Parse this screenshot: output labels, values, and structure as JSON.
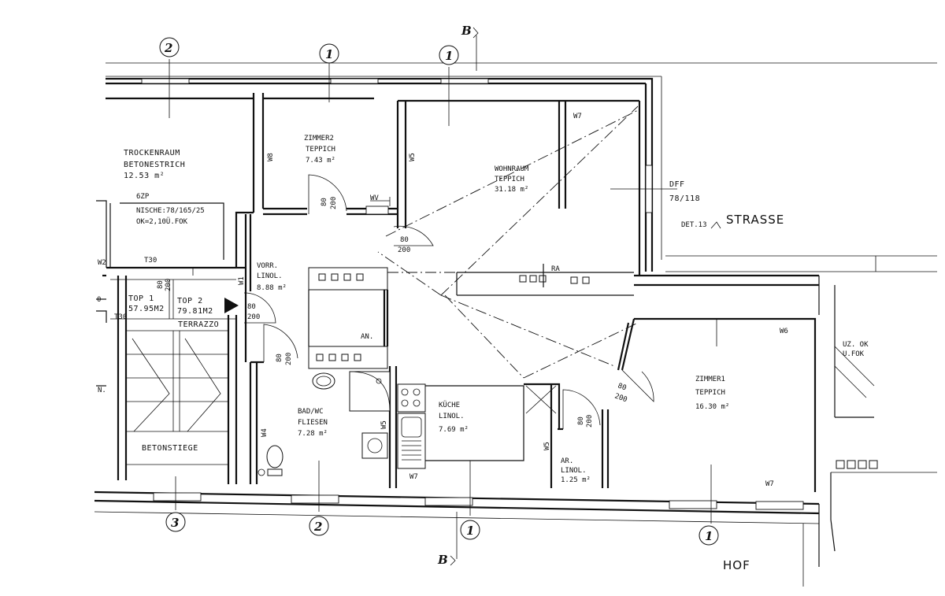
{
  "rooms": {
    "trockenraum": {
      "name": "TROCKENRAUM",
      "floor": "BETONESTRICH",
      "area": "12.53 m²"
    },
    "zimmer2": {
      "name": "ZIMMER2",
      "floor": "TEPPICH",
      "area": "7.43 m²"
    },
    "wohnraum": {
      "name": "WOHNRAUM",
      "floor": "TEPPICH",
      "area": "31.18 m²"
    },
    "vorraum": {
      "name": "VORR.",
      "floor": "LINOL.",
      "area": "8.88 m²"
    },
    "badwc": {
      "name": "BAD/WC",
      "floor": "FLIESEN",
      "area": "7.28 m²"
    },
    "kueche": {
      "name": "KÜCHE",
      "floor": "LINOL.",
      "area": "7.69 m²"
    },
    "zimmer1": {
      "name": "ZIMMER1",
      "floor": "TEPPICH",
      "area": "16.30 m²"
    },
    "abstellraum": {
      "name": "AR.",
      "floor": "LINOL.",
      "area": "1.25 m²"
    },
    "top1": {
      "name": "TOP 1",
      "area": "57.95M2"
    },
    "top2": {
      "name": "TOP 2",
      "area": "79.81M2"
    }
  },
  "labels": {
    "nische_1": "6ZP",
    "nische_2": "NISCHE:78/165/25",
    "nische_3": "OK=2,10Ü.FOK",
    "terrazzo": "TERRAZZO",
    "betonstiege": "BETONSTIEGE",
    "strasse": "STRASSE",
    "hof": "HOF",
    "det": "DET.13",
    "dff": "DFF",
    "dff_size": "78/118",
    "an": "AN.",
    "ra": "RA",
    "wv": "WV",
    "uz_1": "UZ. OK",
    "uz_2": "U.FOK",
    "n_cut": "N.",
    "o_cut": "0"
  },
  "doors": {
    "t30_a": "T30",
    "t30_b": "T30",
    "zimmer2_w": "80",
    "zimmer2_h": "200",
    "wohnraum_w": "80",
    "wohnraum_h": "200",
    "entry_w": "80",
    "entry_h": "200",
    "top_w": "80",
    "top_h": "200",
    "bad_w": "80",
    "bad_h": "200",
    "zimmer1_w": "80",
    "zimmer1_h": "200",
    "ar_w": "80",
    "ar_h": "200"
  },
  "windows": {
    "w2": "W2",
    "w8": "W8",
    "w5_a": "W5",
    "w7_a": "W7",
    "w1": "W1",
    "w6": "W6",
    "w4": "W4",
    "w5_b": "W5",
    "w5_c": "W5",
    "w7_b": "W7",
    "w7_c": "W7"
  },
  "axes": {
    "top_1": "2",
    "top_2": "1",
    "top_3": "1",
    "bottom_1": "3",
    "bottom_2": "2",
    "bottom_3": "1",
    "bottom_4": "1",
    "section_top": "B",
    "section_bottom": "B"
  }
}
